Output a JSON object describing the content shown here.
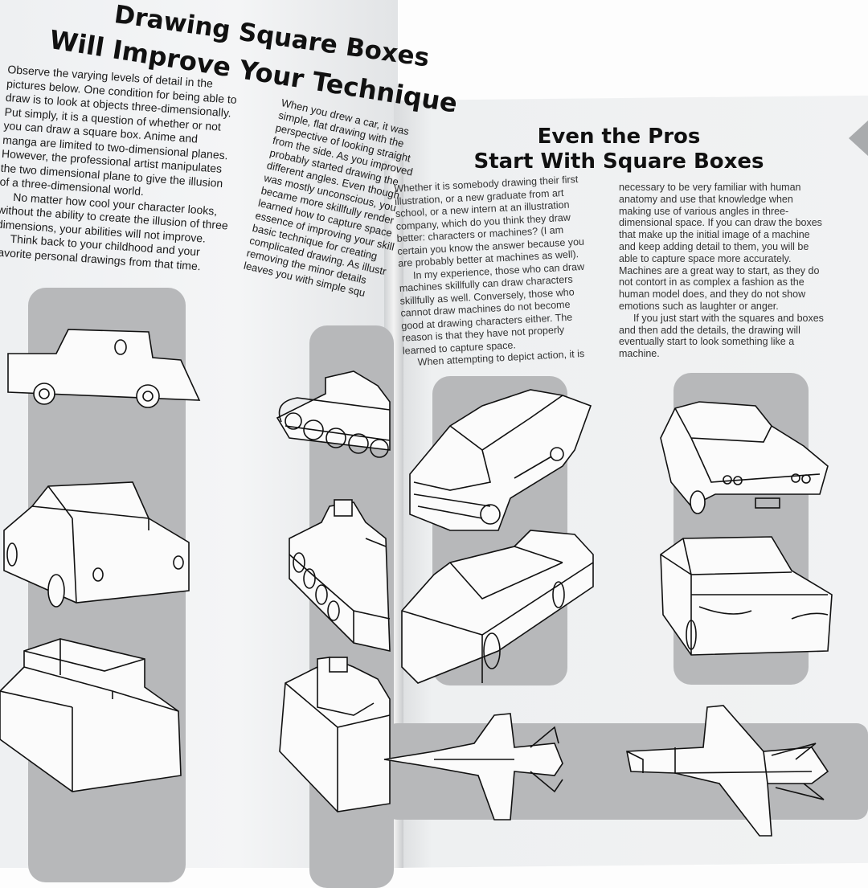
{
  "left_page": {
    "title_line1": "Drawing Square Boxes",
    "title_line2": "Will Improve Your Technique",
    "column1": [
      "Observe the varying levels of detail in the",
      "pictures below. One condition for being able to",
      "draw is to look at objects three-dimensionally.",
      "Put simply, it is a question of whether or not",
      "you can draw a square box. Anime and",
      "manga are limited to two-dimensional planes.",
      "However, the professional artist manipulates",
      "the two dimensional plane to give the illusion",
      "of a three-dimensional world.",
      "No matter how cool your character looks,",
      "without the ability to create the illusion of three",
      "dimensions, your abilities will not improve.",
      "Think back to your childhood and your",
      "favorite personal drawings from that time."
    ],
    "column2": [
      "When you drew a car, it was",
      "simple, flat drawing with the",
      "perspective of looking straight",
      "from the side. As you improved",
      "probably started drawing the",
      "different angles. Even though",
      "was mostly unconscious, you",
      "became more skillfully render",
      "learned how to capture space",
      "essence of improving your skill",
      "basic technique for creating",
      "complicated drawing. As illustr",
      "removing the minor details",
      "leaves you with simple squ"
    ]
  },
  "right_page": {
    "title_line1": "Even the Pros",
    "title_line2": "Start With Square Boxes",
    "column1": [
      "Whether it is somebody drawing their first",
      "illustration, or a new graduate from art",
      "school, or a new intern at an illustration",
      "company, which do you think they draw",
      "better: characters or machines? (I am",
      "certain you know the answer because you",
      "are probably better at machines as well).",
      "In my experience, those who can draw",
      "machines skillfully can draw characters",
      "skillfully as well. Conversely, those who",
      "cannot draw machines do not become",
      "good at drawing characters either. The",
      "reason is that they have not properly",
      "learned to capture space.",
      "When attempting to depict action, it is"
    ],
    "column2": [
      "necessary to be very familiar with human",
      "anatomy and use that knowledge when",
      "making use of various angles in three-",
      "dimensional space. If you can draw the boxes",
      "that make up the initial image of a machine",
      "and keep adding detail to them, you will be",
      "able to capture space more accurately.",
      "Machines are a great way to start, as they do",
      "not contort in as complex a fashion as the",
      "human model does, and they do not show",
      "emotions such as laughter or anger.",
      "If you just start with the squares and boxes",
      "and then add the details, the drawing will",
      "eventually start to look something like a",
      "machine."
    ]
  },
  "colors": {
    "panel": "#b7b8ba",
    "page": "#f1f2f3",
    "ink": "#111111"
  }
}
